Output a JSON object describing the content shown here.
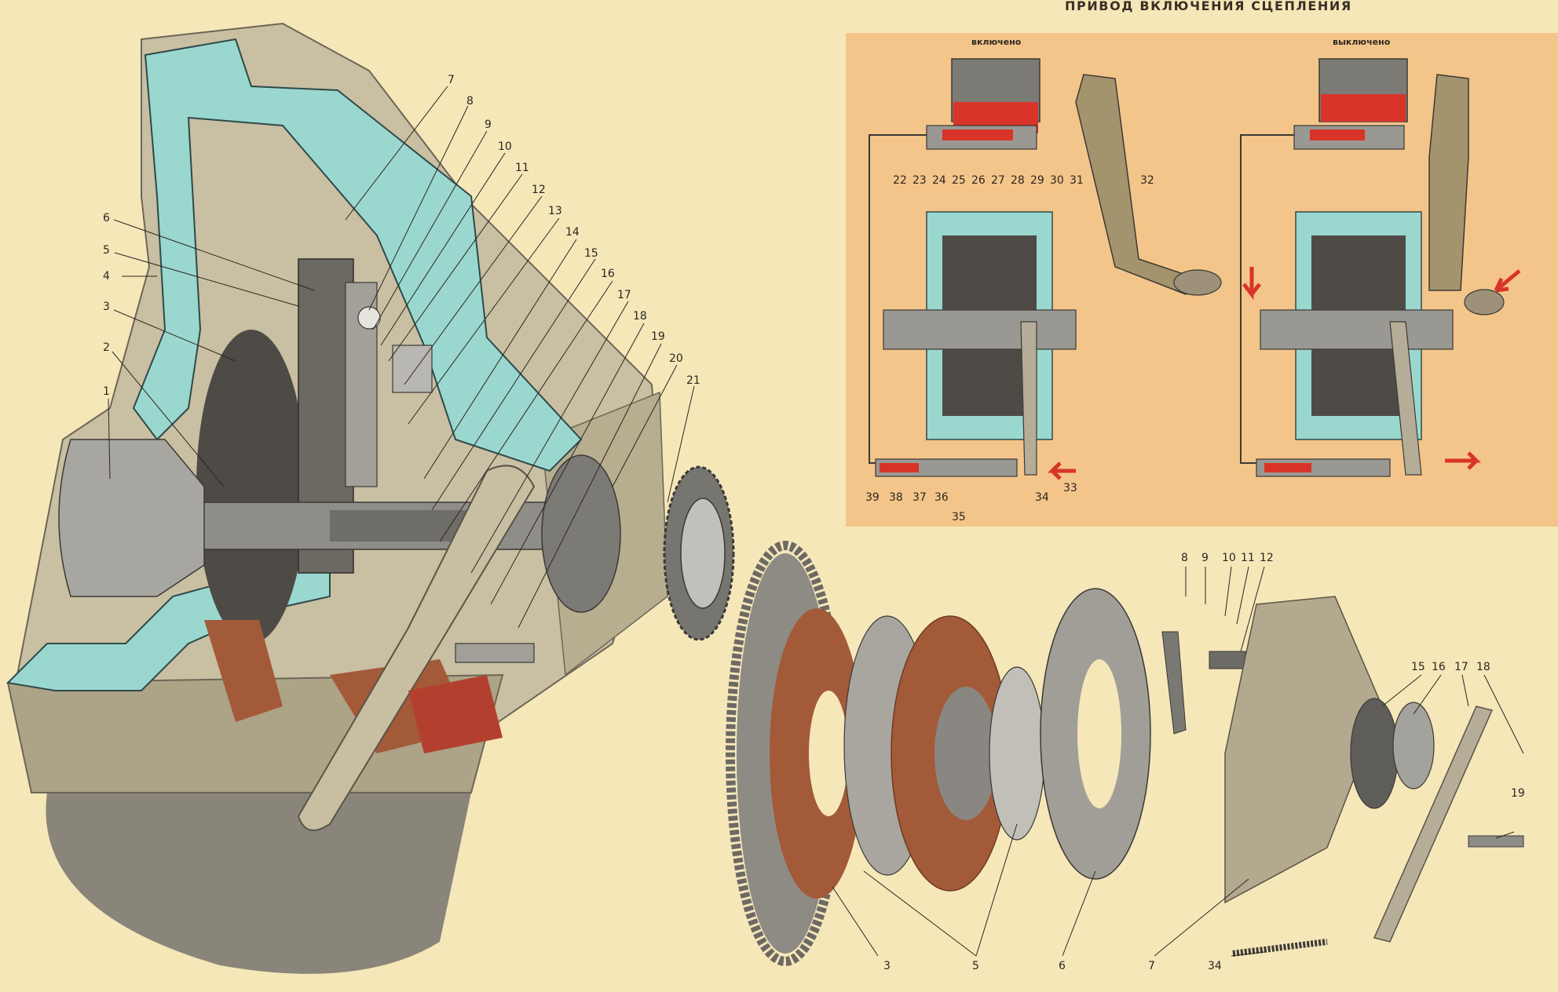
{
  "title": "ПРИВОД ВКЛЮЧЕНИЯ СЦЕПЛЕНИЯ",
  "states": {
    "engaged": "включено",
    "disengaged": "выключено"
  },
  "colors": {
    "background": "#f6e7b9",
    "panel": "#f4c58a",
    "housing_cut": "#9ad7cf",
    "housing_body": "#c9bfa2",
    "metal_dark": "#5d5a55",
    "friction": "#a35a38",
    "hydraulic_red": "#d8342a",
    "text": "#2c2620"
  },
  "cutaway_labels": [
    "1",
    "2",
    "3",
    "4",
    "5",
    "6",
    "7",
    "8",
    "9",
    "10",
    "11",
    "12",
    "13",
    "14",
    "15",
    "16",
    "17",
    "18",
    "19",
    "20",
    "21"
  ],
  "drive_labels_top": [
    "22",
    "23",
    "24",
    "25",
    "26",
    "27",
    "28",
    "29",
    "30",
    "31",
    "32"
  ],
  "drive_labels_bottom": [
    "39",
    "38",
    "37",
    "36",
    "35",
    "34",
    "33"
  ],
  "exploded_labels": {
    "top": [
      "8",
      "9",
      "10",
      "11",
      "12"
    ],
    "right": [
      "15",
      "16",
      "17",
      "18",
      "19"
    ],
    "bottom": [
      "3",
      "5",
      "6",
      "7",
      "34"
    ]
  }
}
